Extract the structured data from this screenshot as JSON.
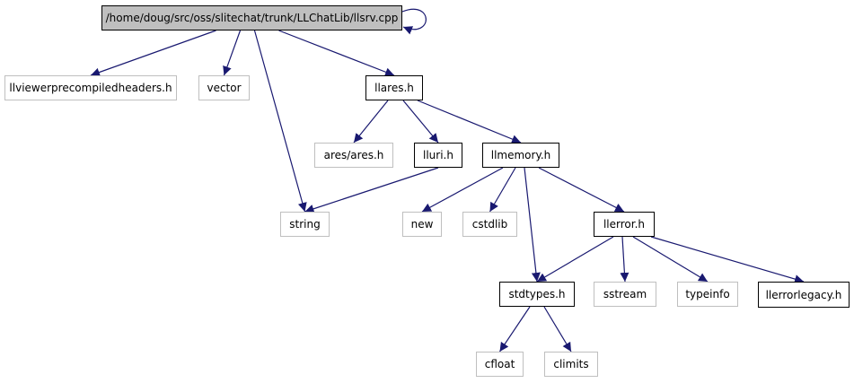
{
  "colors": {
    "edge": "#191970",
    "root_fill": "#bfbfbf",
    "documented_border": "#000000",
    "undocumented_border": "#bfbfbf"
  },
  "nodes": {
    "root": "/home/doug/src/oss/slitechat/trunk/LLChatLib/llsrv.cpp",
    "llviewerprecompiledheaders": "llviewerprecompiledheaders.h",
    "vector": "vector",
    "llares": "llares.h",
    "string": "string",
    "ares": "ares/ares.h",
    "lluri": "lluri.h",
    "llmemory": "llmemory.h",
    "new": "new",
    "cstdlib": "cstdlib",
    "llerror": "llerror.h",
    "stdtypes": "stdtypes.h",
    "sstream": "sstream",
    "typeinfo": "typeinfo",
    "llerrorlegacy": "llerrorlegacy.h",
    "cfloat": "cfloat",
    "climits": "climits"
  },
  "edges": [
    [
      "root",
      "root"
    ],
    [
      "root",
      "llviewerprecompiledheaders"
    ],
    [
      "root",
      "vector"
    ],
    [
      "root",
      "string"
    ],
    [
      "root",
      "llares"
    ],
    [
      "llares",
      "ares"
    ],
    [
      "llares",
      "lluri"
    ],
    [
      "llares",
      "llmemory"
    ],
    [
      "lluri",
      "string"
    ],
    [
      "llmemory",
      "new"
    ],
    [
      "llmemory",
      "cstdlib"
    ],
    [
      "llmemory",
      "stdtypes"
    ],
    [
      "llmemory",
      "llerror"
    ],
    [
      "llerror",
      "stdtypes"
    ],
    [
      "llerror",
      "sstream"
    ],
    [
      "llerror",
      "typeinfo"
    ],
    [
      "llerror",
      "llerrorlegacy"
    ],
    [
      "stdtypes",
      "cfloat"
    ],
    [
      "stdtypes",
      "climits"
    ]
  ]
}
